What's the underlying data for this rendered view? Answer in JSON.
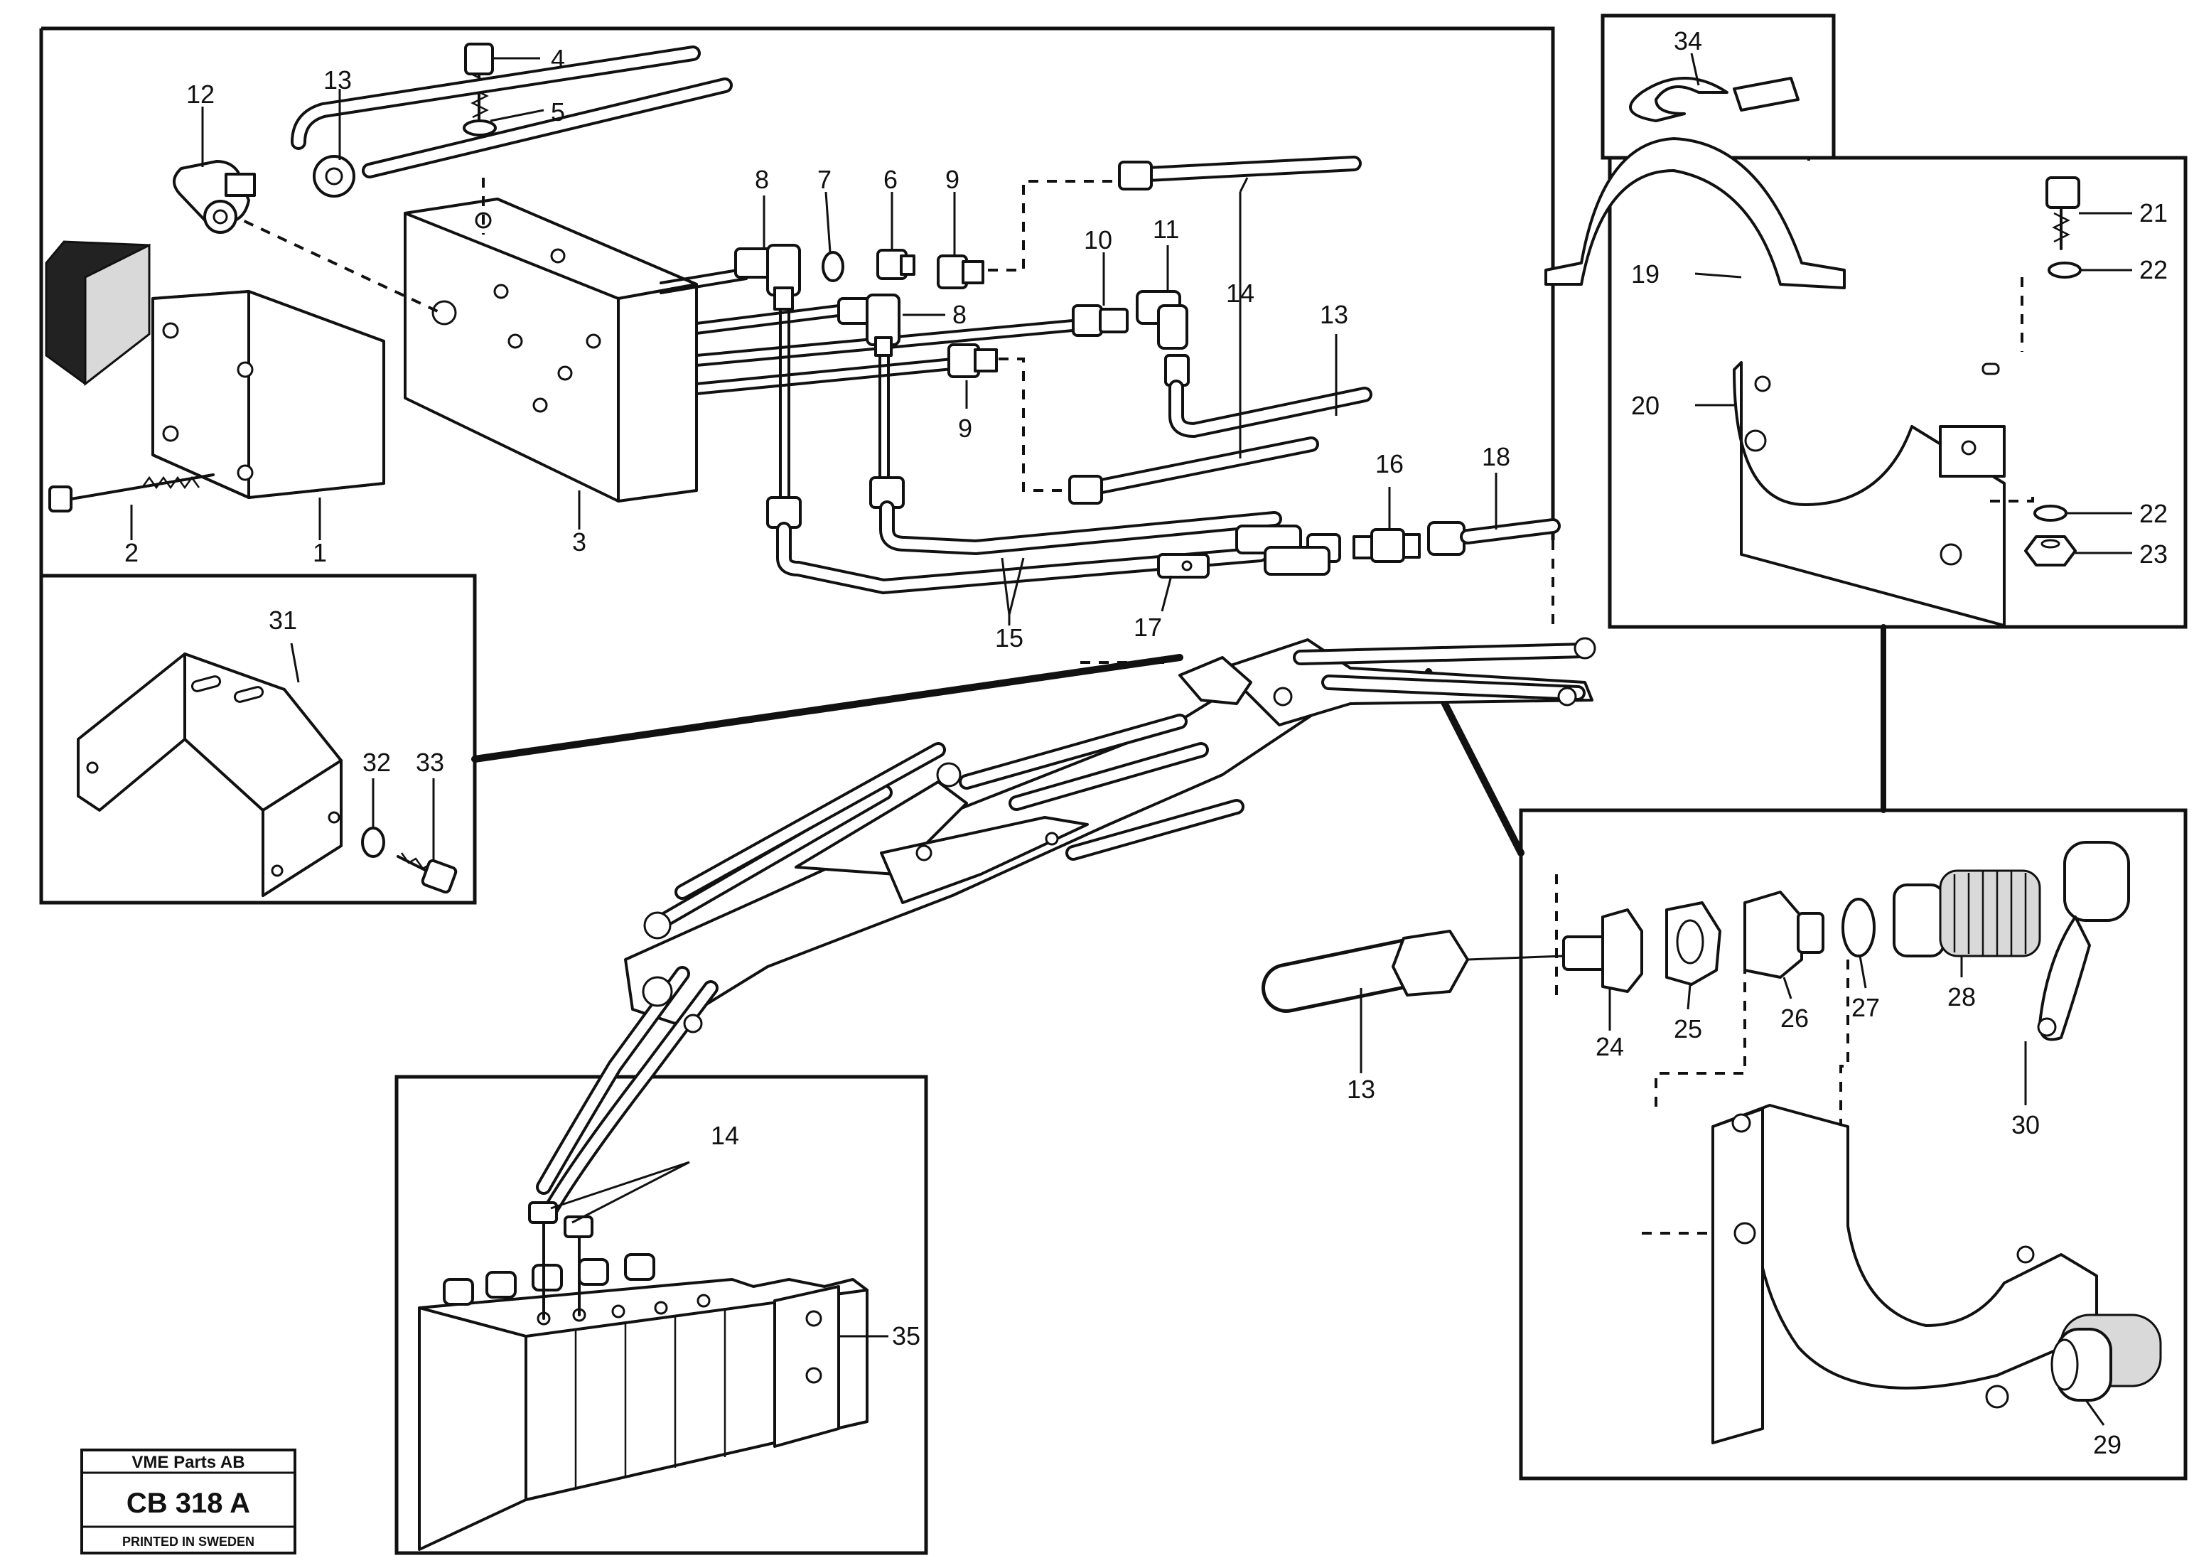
{
  "stamp": {
    "company": "VME Parts AB",
    "code": "CB 318 A",
    "printed": "PRINTED IN SWEDEN"
  },
  "callouts": {
    "c1": "1",
    "c2": "2",
    "c3": "3",
    "c4": "4",
    "c5": "5",
    "c6": "6",
    "c7": "7",
    "c8a": "8",
    "c8b": "8",
    "c9a": "9",
    "c9b": "9",
    "c10": "10",
    "c11": "11",
    "c12": "12",
    "c13a": "13",
    "c13b": "13",
    "c13c": "13",
    "c14a": "14",
    "c14b": "14",
    "c15": "15",
    "c16": "16",
    "c17": "17",
    "c18": "18",
    "c19": "19",
    "c20": "20",
    "c21": "21",
    "c22a": "22",
    "c22b": "22",
    "c23": "23",
    "c24": "24",
    "c25": "25",
    "c26": "26",
    "c27": "27",
    "c28": "28",
    "c29": "29",
    "c30": "30",
    "c31": "31",
    "c32": "32",
    "c33": "33",
    "c34": "34",
    "c35": "35"
  }
}
